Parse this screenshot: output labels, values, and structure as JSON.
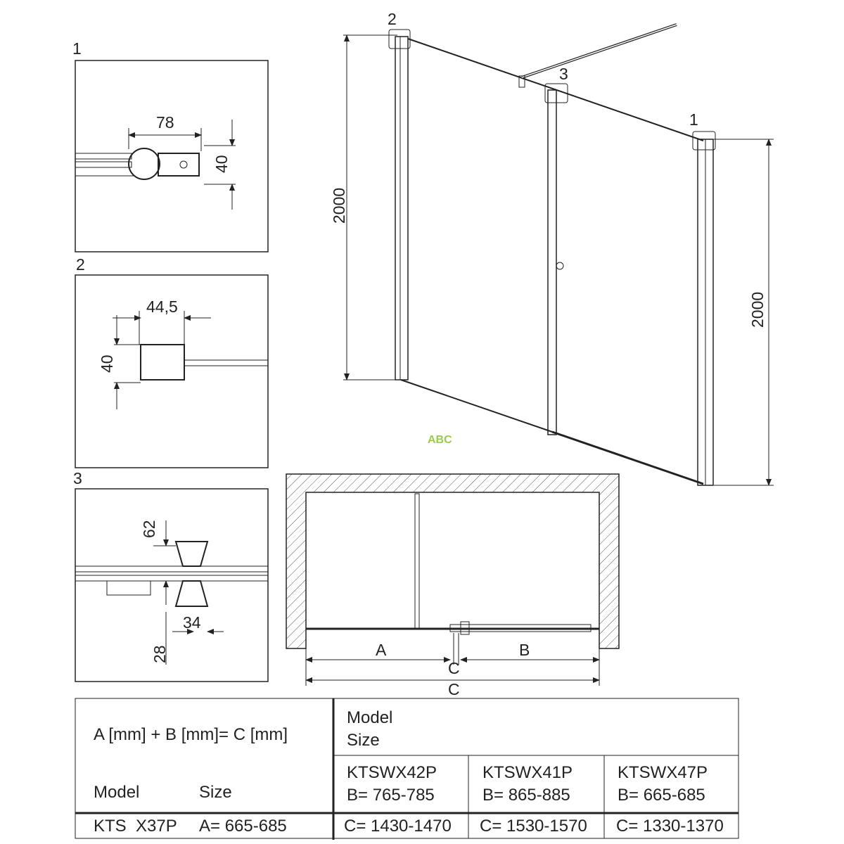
{
  "details": {
    "d1": {
      "label": "1",
      "width": "78",
      "height": "40"
    },
    "d2": {
      "label": "2",
      "width": "44,5",
      "height": "40"
    },
    "d3": {
      "label": "3",
      "h1": "62",
      "w": "34",
      "h2": "28"
    }
  },
  "elevation": {
    "callouts": [
      "2",
      "3",
      "1"
    ],
    "height_left": "2000",
    "height_right": "2000"
  },
  "watermark": {
    "text": "ABC",
    "color": "#9acd4a"
  },
  "plan": {
    "a": "A",
    "b": "B",
    "c_gap": "C",
    "c_total": "C"
  },
  "table": {
    "formula": "A [mm] + B [mm]= C [mm]",
    "right_header_model": "Model",
    "right_header_size": "Size",
    "left_model": "Model",
    "left_size": "Size",
    "columns": [
      {
        "model": "KTSWX42P",
        "b": "B= 765-785",
        "c": "C= 1430-1470"
      },
      {
        "model": "KTSWX41P",
        "b": "B= 865-885",
        "c": "C= 1530-1570"
      },
      {
        "model": "KTSWX47P",
        "b": "B= 665-685",
        "c": "C= 1330-1370"
      }
    ],
    "row_model": "KTS  X37P",
    "row_a": "A= 665-685"
  }
}
